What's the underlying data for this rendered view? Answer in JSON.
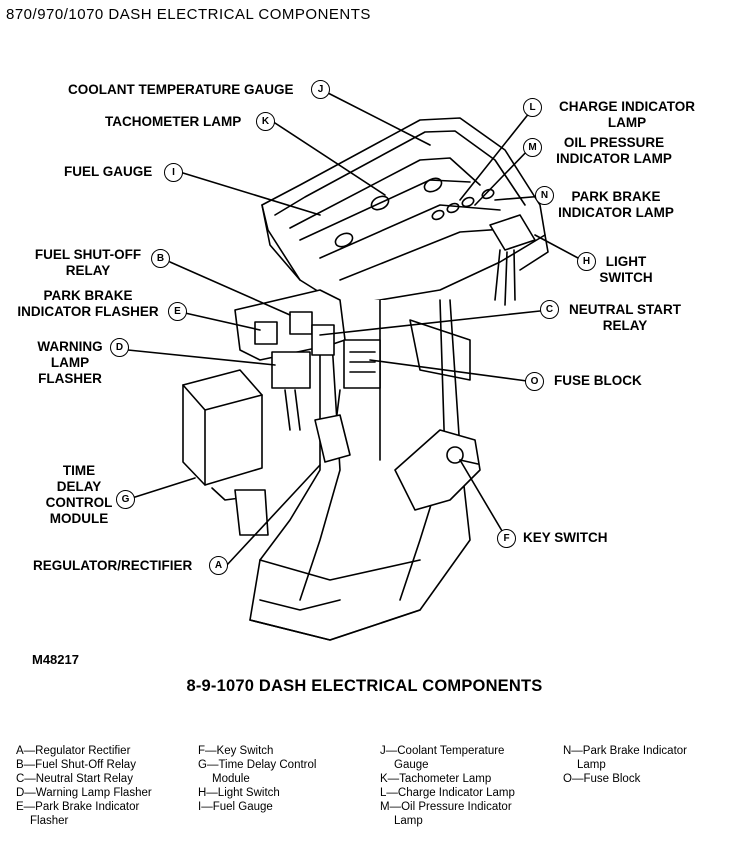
{
  "header": {
    "title": "870/970/1070 DASH ELECTRICAL COMPONENTS"
  },
  "callouts": {
    "J": {
      "text": "COOLANT TEMPERATURE GAUGE",
      "letter": "J"
    },
    "K": {
      "text": "TACHOMETER LAMP",
      "letter": "K"
    },
    "I": {
      "text": "FUEL GAUGE",
      "letter": "I"
    },
    "L": {
      "line1": "CHARGE INDICATOR",
      "line2": "LAMP",
      "letter": "L"
    },
    "M": {
      "line1": "OIL PRESSURE",
      "line2": "INDICATOR LAMP",
      "letter": "M"
    },
    "N": {
      "line1": "PARK BRAKE",
      "line2": "INDICATOR LAMP",
      "letter": "N"
    },
    "H": {
      "line1": "LIGHT",
      "line2": "SWITCH",
      "letter": "H"
    },
    "B": {
      "line1": "FUEL SHUT-OFF",
      "line2": "RELAY",
      "letter": "B"
    },
    "E": {
      "line1": "PARK BRAKE",
      "line2": "INDICATOR FLASHER",
      "letter": "E"
    },
    "C": {
      "line1": "NEUTRAL START",
      "line2": "RELAY",
      "letter": "C"
    },
    "D": {
      "line1": "WARNING",
      "line2": "LAMP",
      "line3": "FLASHER",
      "letter": "D"
    },
    "O": {
      "text": "FUSE BLOCK",
      "letter": "O"
    },
    "G": {
      "line1": "TIME",
      "line2": "DELAY",
      "line3": "CONTROL",
      "line4": "MODULE",
      "letter": "G"
    },
    "F": {
      "text": "KEY SWITCH",
      "letter": "F"
    },
    "A": {
      "text": "REGULATOR/RECTIFIER",
      "letter": "A"
    }
  },
  "figure": {
    "id": "M48217",
    "caption": "8-9-1070 DASH ELECTRICAL COMPONENTS"
  },
  "legend": {
    "col1": [
      "A—Regulator Rectifier",
      "B—Fuel Shut-Off Relay",
      "C—Neutral Start Relay",
      "D—Warning Lamp Flasher",
      "E—Park Brake Indicator",
      "Flasher"
    ],
    "col2": [
      "F—Key Switch",
      "G—Time Delay Control",
      "Module",
      "H—Light Switch",
      "I—Fuel Gauge"
    ],
    "col3": [
      "J—Coolant Temperature",
      "Gauge",
      "K—Tachometer Lamp",
      "L—Charge Indicator Lamp",
      "M—Oil Pressure Indicator",
      "Lamp"
    ],
    "col4": [
      "N—Park Brake Indicator",
      "Lamp",
      "O—Fuse Block"
    ]
  }
}
